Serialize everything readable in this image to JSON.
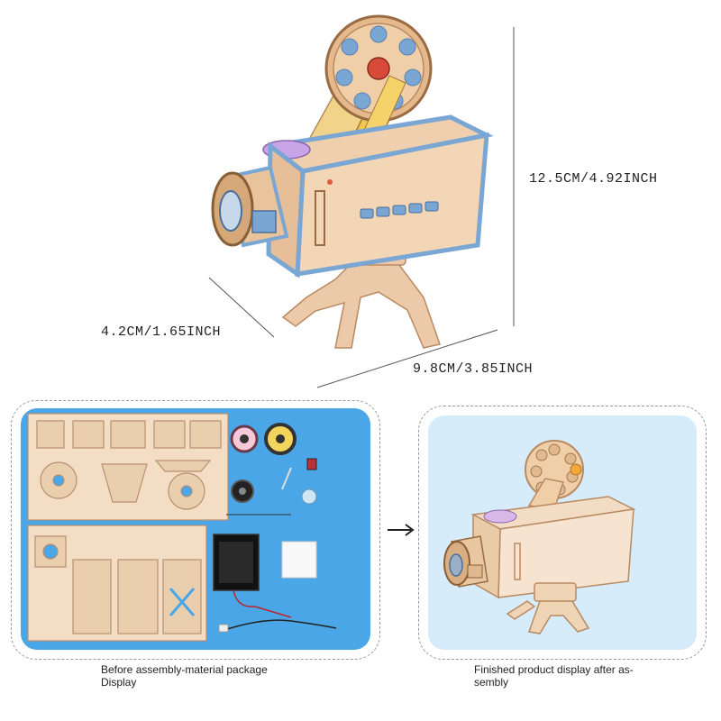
{
  "dimensions": {
    "height": "12.5CM/4.92INCH",
    "depth": "4.2CM/1.65INCH",
    "width": "9.8CM/3.85INCH"
  },
  "captions": {
    "before_line1": "Before assembly-material package",
    "before_line2": "Display",
    "after_line1": "Finished product display after as-",
    "after_line2": "sembly"
  },
  "colors": {
    "wood": "#ecc9a8",
    "wood_dark": "#c99a6f",
    "blue_trim": "#7aa6d4",
    "panel_blue": "#4aa6e6",
    "panel_light": "#d6ecfb"
  },
  "icons": {
    "arrow": "right-arrow-icon"
  }
}
